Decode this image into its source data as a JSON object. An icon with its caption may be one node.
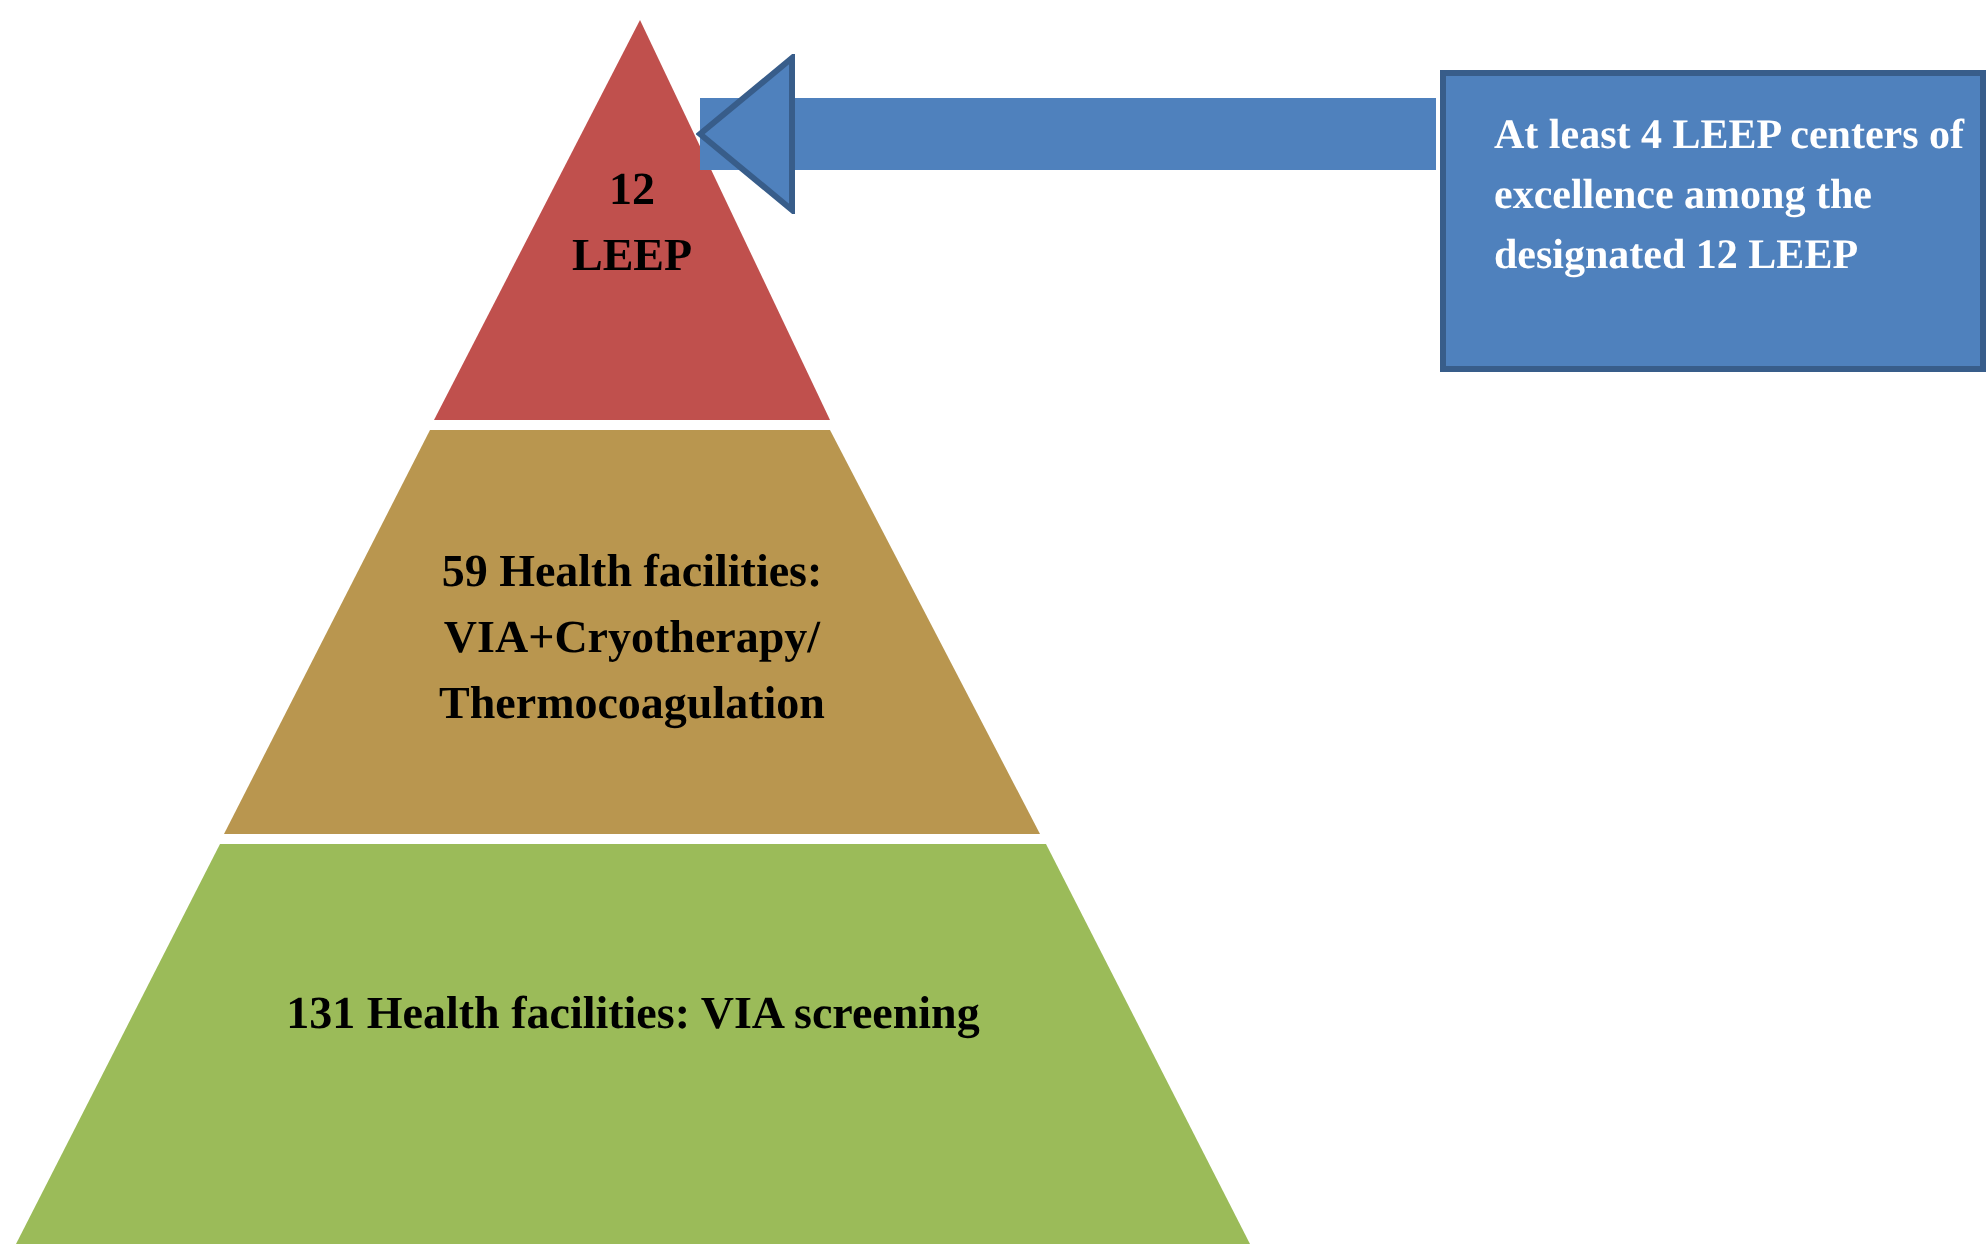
{
  "diagram": {
    "nodes": [
      {
        "text": [
          "12 LEEP"
        ]
      },
      {
        "text": [
          "59 Health facilities: VIA+Cryotherapy/ Thermocoagulation"
        ]
      },
      {
        "text": [
          "131 Health facilities: VIA screening"
        ]
      },
      {
        "text": [
          "At least 4 LEEP centers of excellence among the designated 12 LEEP"
        ]
      }
    ],
    "edges": [
      {
        "from": 3,
        "to": 0,
        "arrow": "to"
      }
    ]
  }
}
